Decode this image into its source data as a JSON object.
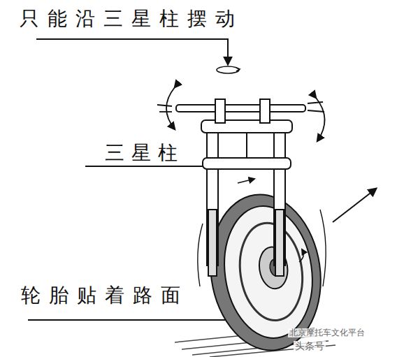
{
  "diagram": {
    "labels": [
      "只能沿三星柱摆动",
      "三星柱",
      "轮胎贴着路面",
      "北京摩托车文化平台",
      "头条号"
    ]
  }
}
